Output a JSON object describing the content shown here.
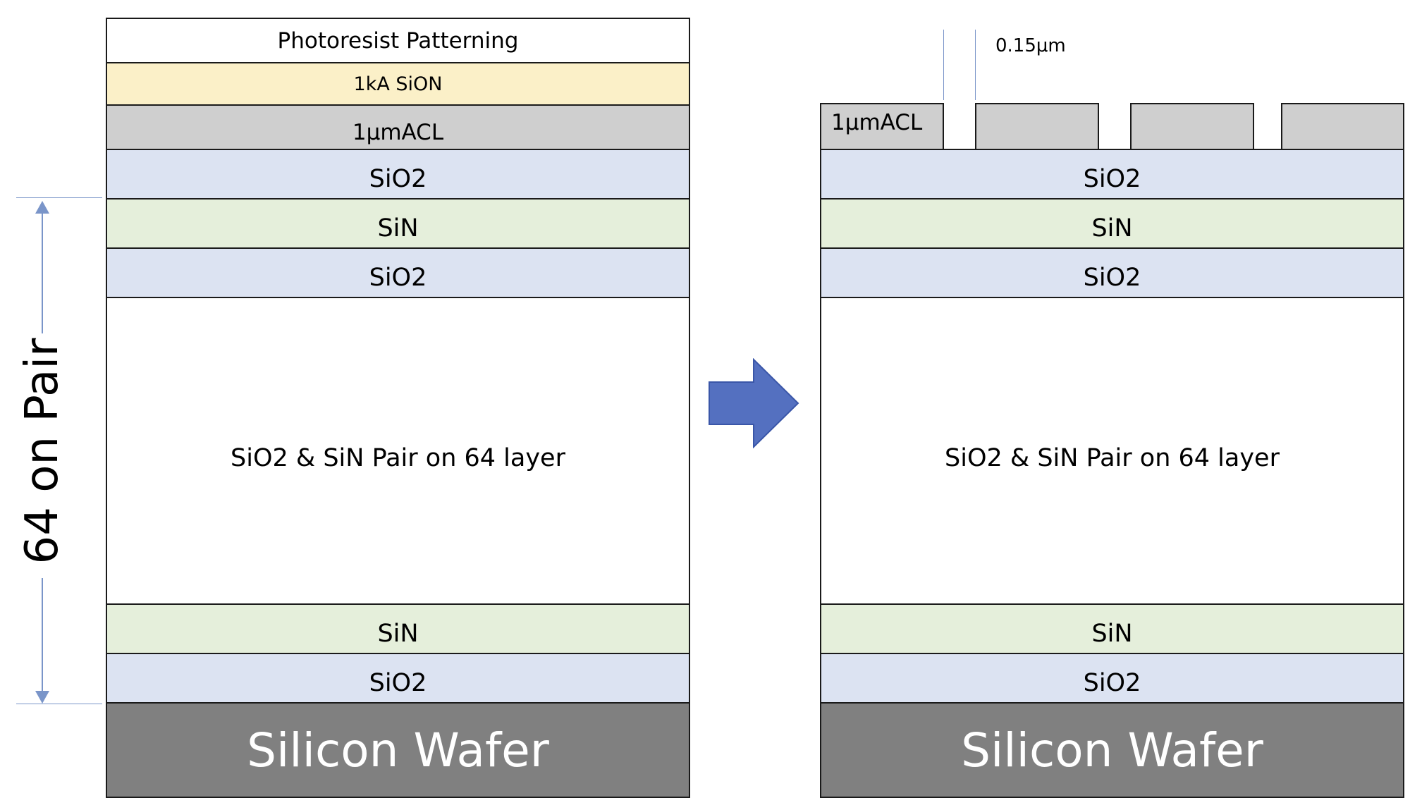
{
  "diagram": {
    "left_stack": {
      "photoresist": "Photoresist Patterning",
      "sion": "1kA SiON",
      "acl": "1μmACL",
      "sio2_top": "SiO2",
      "sin_1": "SiN",
      "sio2_2": "SiO2",
      "pair_stack": "SiO2 & SiN Pair on 64 layer",
      "sin_bottom": "SiN",
      "sio2_bottom": "SiO2",
      "wafer": "Silicon Wafer"
    },
    "pair_dimension_label": "64 on Pair",
    "right_stack": {
      "acl": "1μmACL",
      "trench_width_label": "0.15μm",
      "sio2_top": "SiO2",
      "sin_1": "SiN",
      "sio2_2": "SiO2",
      "pair_stack": "SiO2 & SiN Pair on 64 layer",
      "sin_bottom": "SiN",
      "sio2_bottom": "SiO2",
      "wafer": "Silicon Wafer"
    },
    "colors": {
      "sion": "#fbf0c8",
      "acl": "#cfcfcf",
      "sio2": "#dce3f2",
      "sin": "#e5efdb",
      "wafer": "#808080",
      "arrow": "#5470c0"
    }
  }
}
